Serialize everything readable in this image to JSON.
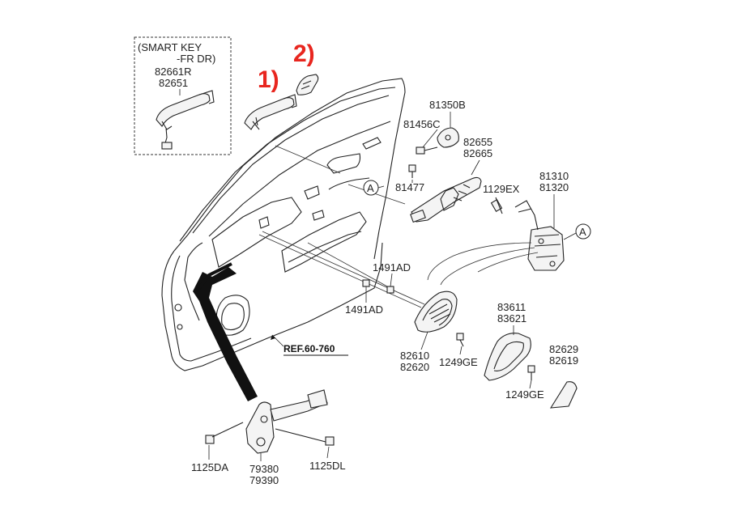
{
  "colors": {
    "callout": "#e8261f",
    "ink": "#222222",
    "strap": "#111111"
  },
  "smart_key_box": {
    "line1": "(SMART KEY",
    "line2": "-FR DR)"
  },
  "callouts": {
    "one": "1)",
    "two": "2)"
  },
  "labels": {
    "p82661R": "82661R",
    "p82651": "82651",
    "p81350B": "81350B",
    "p81456C": "81456C",
    "p82655": "82655",
    "p82665": "82665",
    "p81477": "81477",
    "p1129EX": "1129EX",
    "p81310": "81310",
    "p81320": "81320",
    "p1491AD_a": "1491AD",
    "p1491AD_b": "1491AD",
    "p82610": "82610",
    "p82620": "82620",
    "p1249GE_a": "1249GE",
    "p83611": "83611",
    "p83621": "83621",
    "p82629": "82629",
    "p82619": "82619",
    "p1249GE_b": "1249GE",
    "p1125DA": "1125DA",
    "p79380": "79380",
    "p79390": "79390",
    "p1125DL": "1125DL",
    "ref": "REF.60-760",
    "circleA_left": "A",
    "circleA_right": "A"
  }
}
